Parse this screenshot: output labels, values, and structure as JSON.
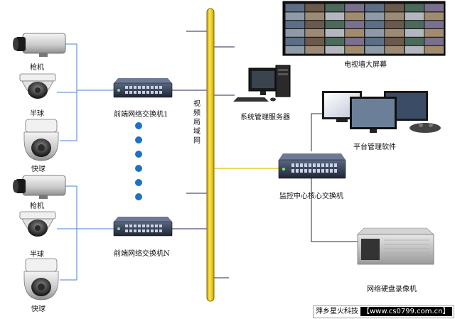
{
  "labels": {
    "gun_camera": "枪机",
    "half_dome": "半球",
    "speed_dome": "快球",
    "switch_1": "前端网络交换机1",
    "switch_n": "前端网络交换机N",
    "video_lan": [
      "视",
      "频",
      "局",
      "域",
      "网"
    ],
    "server": "系统管理服务器",
    "tv_wall": "电视墙大屏幕",
    "platform_software": "平台管理软件",
    "core_switch": "监控中心核心交换机",
    "nvr": "网络硬盘录像机"
  },
  "watermark": {
    "text": "萍乡星火科技",
    "url": "【www.cs0799.com.cn】"
  },
  "colors": {
    "backbone": "#ffe23a",
    "backbone_edge": "#8a6a00",
    "link_blue": "#4d7fcf",
    "link_yellow": "#e0c400",
    "link_dark": "#222a55",
    "dot": "#1e70c8"
  }
}
